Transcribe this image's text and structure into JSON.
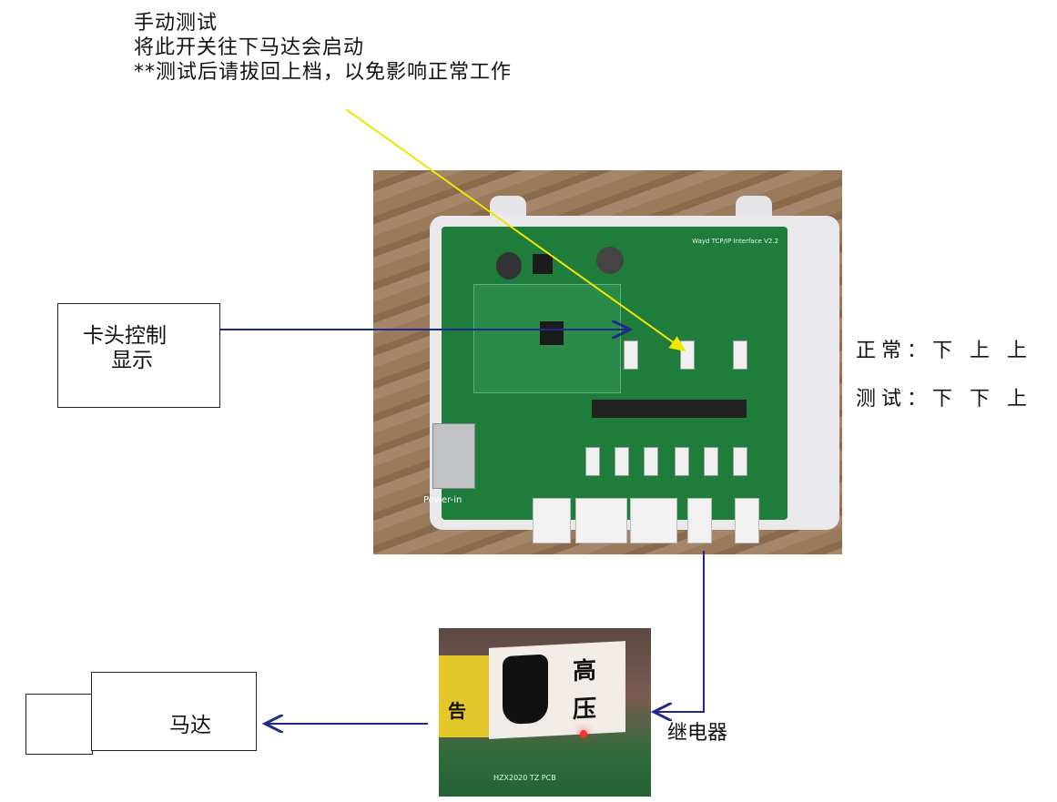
{
  "note": {
    "line1": "手动测试",
    "line2": "将此开关往下马达会启动",
    "line3": "**测试后请拔回上档，以免影响正常工作"
  },
  "left_box": {
    "line1": "卡头控制",
    "line2": "显示"
  },
  "switch_states": {
    "normal": "正常：下 上 上",
    "test": "测试：下 下 上"
  },
  "relay_label": "继电器",
  "motor_label": "马达",
  "pcb_photo": {
    "silk_power": "Power-in",
    "silk_title": "Wayd TCP/IP Interface V2.2"
  },
  "relay_photo": {
    "sign_text1": "高",
    "sign_text2": "压",
    "tape_text": "告",
    "silk": "HZX2020 TZ PCB"
  },
  "colors": {
    "yellow_arrow": "#f0e600",
    "blue_arrow": "#1f2a8c"
  }
}
